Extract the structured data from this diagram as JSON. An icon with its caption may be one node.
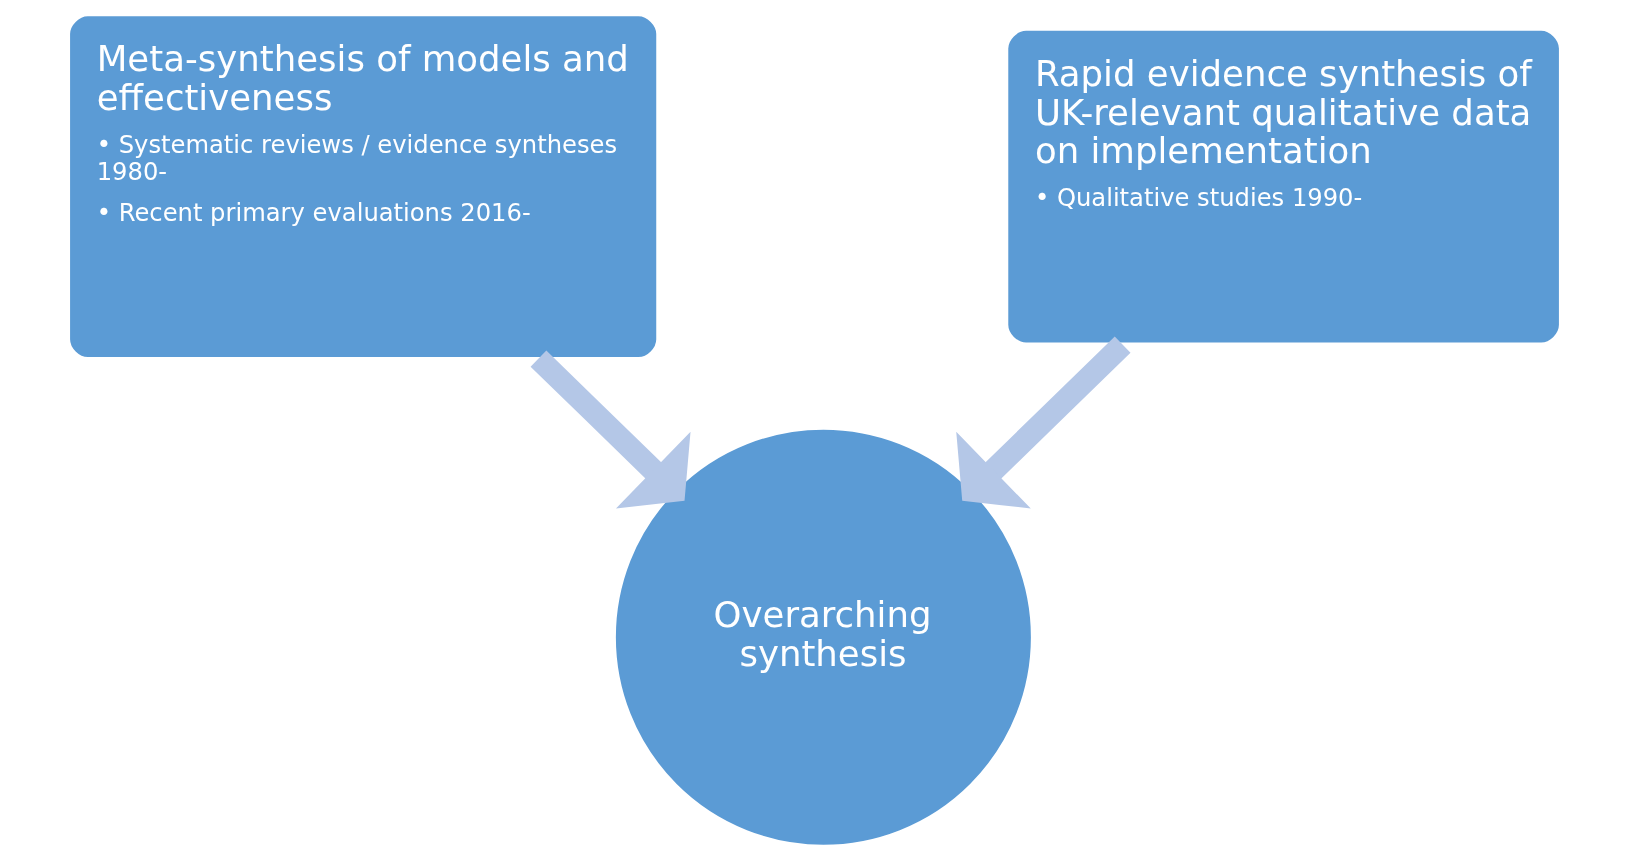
{
  "diagram": {
    "nodes": [
      {
        "text": [
          "Meta-synthesis of models and effectiveness",
          "• Systematic reviews / evidence syntheses 1980-",
          "• Recent primary evaluations 2016-"
        ]
      },
      {
        "text": [
          "Rapid evidence synthesis of UK-relevant qualitative data on implementation",
          "• Qualitative studies 1990-"
        ]
      },
      {
        "text": [
          "Overarching synthesis"
        ]
      }
    ],
    "edges": [
      {
        "from": 0,
        "to": 2,
        "arrow": "to"
      },
      {
        "from": 1,
        "to": 2,
        "arrow": "to"
      }
    ]
  }
}
